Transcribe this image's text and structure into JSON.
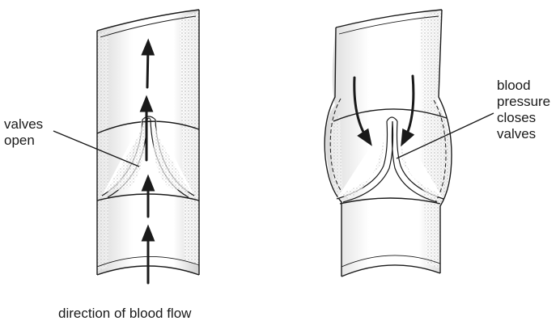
{
  "labels": {
    "valves_open": [
      "valves",
      "open"
    ],
    "blood_pressure_closes_valves": [
      "blood",
      "pressure",
      "closes",
      "valves"
    ],
    "direction": "direction of blood flow"
  },
  "colors": {
    "ink": "#1a1a1a",
    "shade": "#c9c9c9",
    "background": "#ffffff"
  }
}
